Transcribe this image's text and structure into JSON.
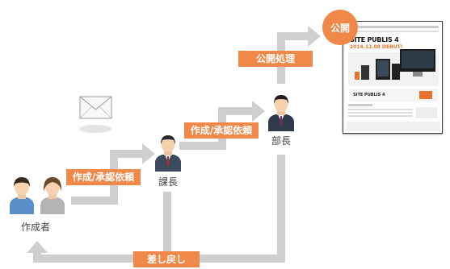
{
  "steps": {
    "create_approve_1": "作成/承認依頼",
    "create_approve_2": "作成/承認依頼",
    "publish_process": "公開処理",
    "send_back": "差し戻し"
  },
  "roles": {
    "creator": "作成者",
    "section_chief": "課長",
    "department_head": "部長"
  },
  "publish_badge": "公開",
  "thumbnail": {
    "title": "SITE PUBLIS 4",
    "subtitle": "2014.12.08 DEBUT!",
    "banner_title": "SITE PUBLIS 4"
  },
  "icons": [
    "envelope-icon",
    "person-icon",
    "arrow-icon"
  ],
  "colors": {
    "accent": "#f0884a",
    "arrow": "#cfcfcf",
    "suit": "#3b4a5c",
    "hair": "#2a2a2a",
    "creator_shirt_blue": "#5a8fc8",
    "creator_shirt_gray": "#b4b4b4"
  }
}
